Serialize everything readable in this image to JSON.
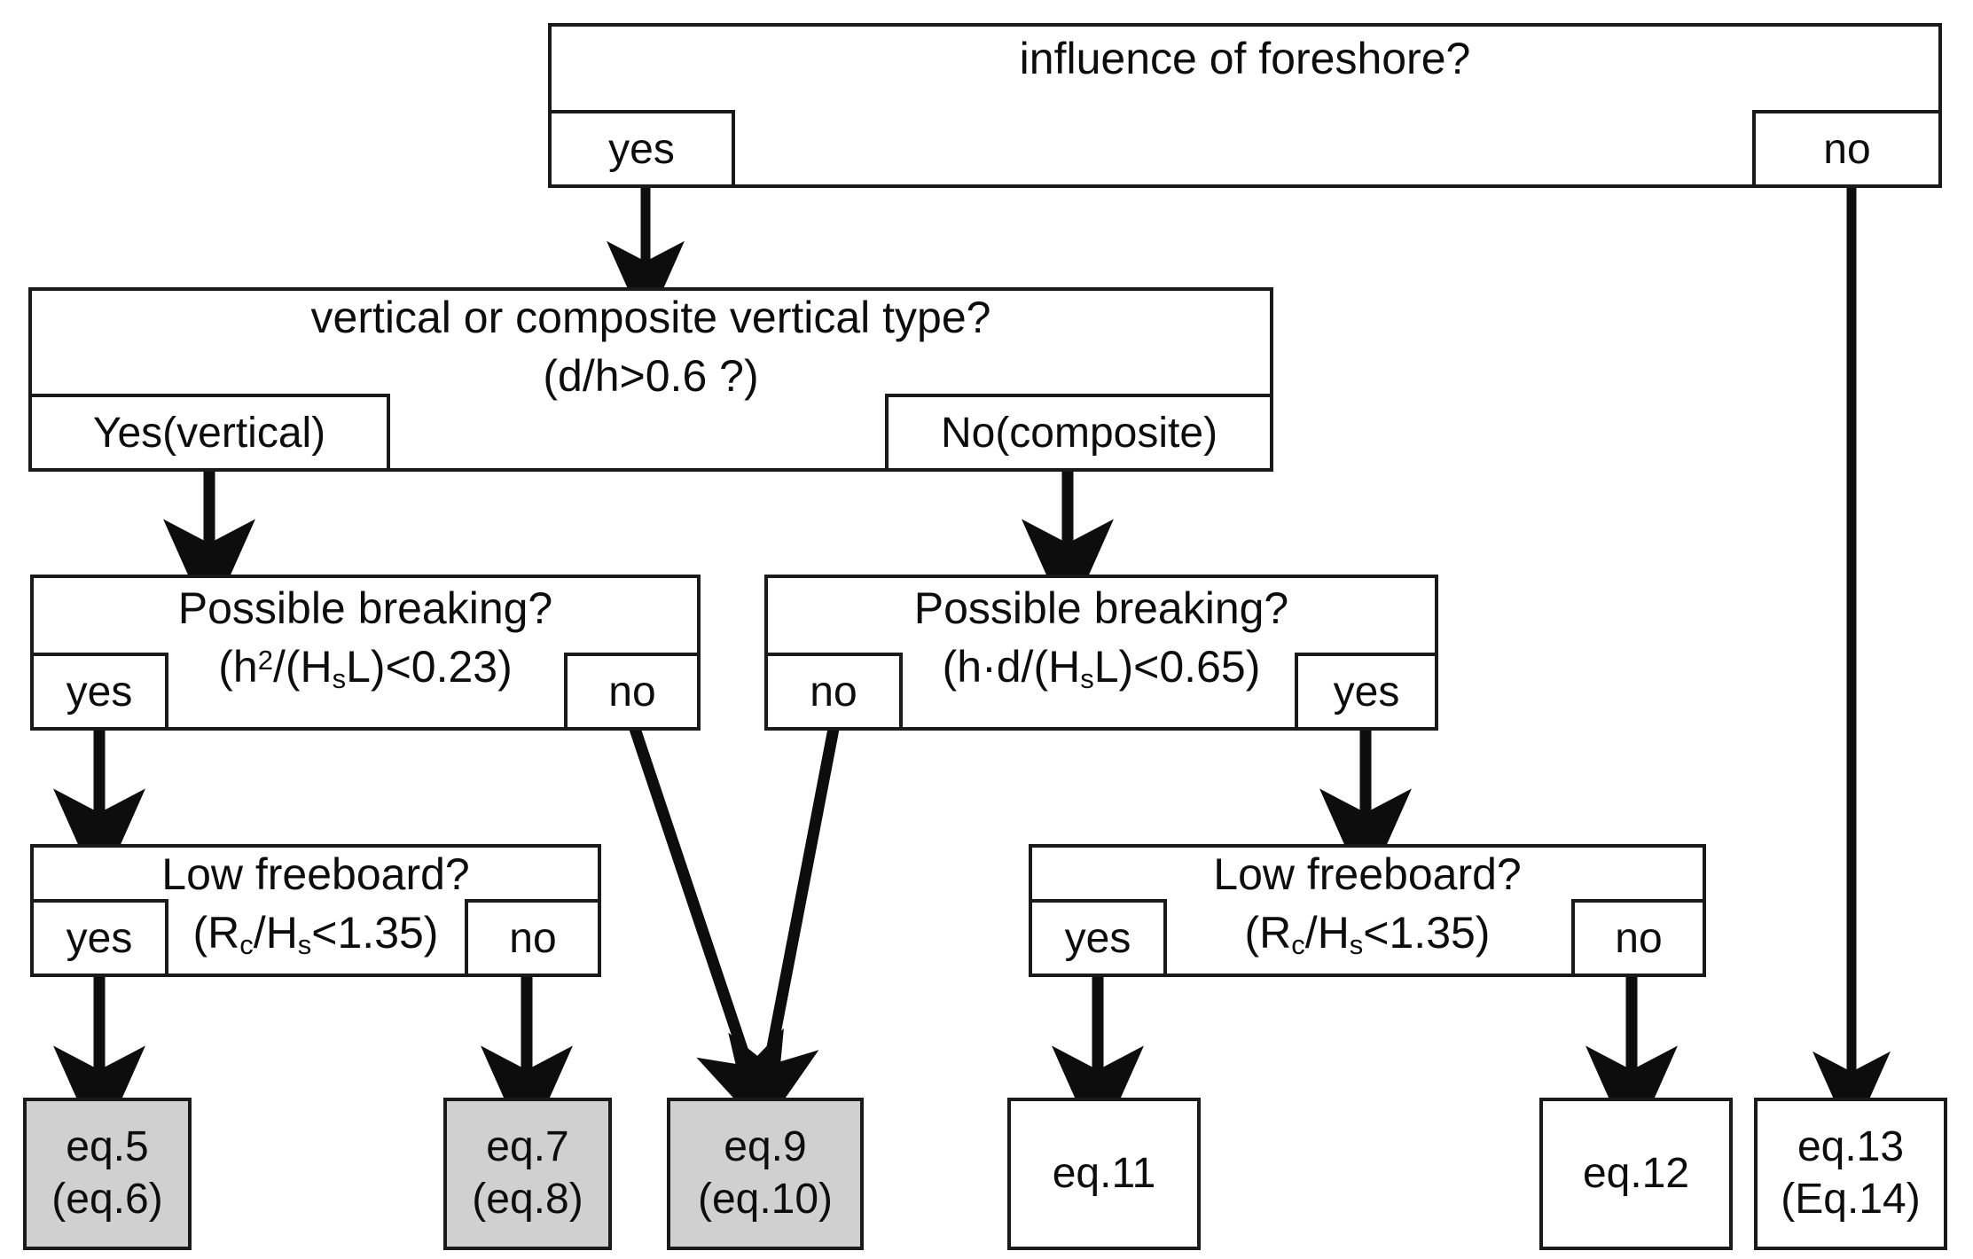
{
  "diagram": {
    "title_text": "influence of foreshore?",
    "nodes": {
      "foreshore": {
        "question": "influence of foreshore?",
        "branch_left": "yes",
        "branch_right": "no"
      },
      "type": {
        "question": "vertical or composite vertical type?",
        "condition": "(d/h>0.6 ?)",
        "branch_left": "Yes(vertical)",
        "branch_right": "No(composite)"
      },
      "breaking_left": {
        "question": "Possible breaking?",
        "condition_prefix": "(h",
        "condition_sup": "2",
        "condition_mid": "/(H",
        "condition_sub": "s",
        "condition_suffix": "L)<0.23)",
        "branch_left": "yes",
        "branch_right": "no"
      },
      "breaking_right": {
        "question": "Possible breaking?",
        "condition_prefix": "(h·d/(H",
        "condition_sub": "s",
        "condition_suffix": "L)<0.65)",
        "branch_left": "no",
        "branch_right": "yes"
      },
      "freeboard_left": {
        "question": "Low freeboard?",
        "condition_prefix": "(R",
        "condition_sub1": "c",
        "condition_mid": "/H",
        "condition_sub2": "s",
        "condition_suffix": "<1.35)",
        "branch_left": "yes",
        "branch_right": "no"
      },
      "freeboard_right": {
        "question": "Low freeboard?",
        "condition_prefix": "(R",
        "condition_sub1": "c",
        "condition_mid": "/H",
        "condition_sub2": "s",
        "condition_suffix": "<1.35)",
        "branch_left": "yes",
        "branch_right": "no"
      }
    },
    "outcomes": [
      {
        "id": "eq5",
        "line1": "eq.5",
        "line2": "(eq.6)",
        "shaded": true
      },
      {
        "id": "eq7",
        "line1": "eq.7",
        "line2": "(eq.8)",
        "shaded": true
      },
      {
        "id": "eq9",
        "line1": "eq.9",
        "line2": "(eq.10)",
        "shaded": true
      },
      {
        "id": "eq11",
        "line1": "eq.11",
        "line2": "",
        "shaded": false
      },
      {
        "id": "eq12",
        "line1": "eq.12",
        "line2": "",
        "shaded": false
      },
      {
        "id": "eq13",
        "line1": "eq.13",
        "line2": "(Eq.14)",
        "shaded": false
      }
    ],
    "colors": {
      "stroke": "#1a1a1a",
      "shaded_fill": "#d0d0d0",
      "background": "#ffffff",
      "text": "#0d0d0d"
    }
  }
}
